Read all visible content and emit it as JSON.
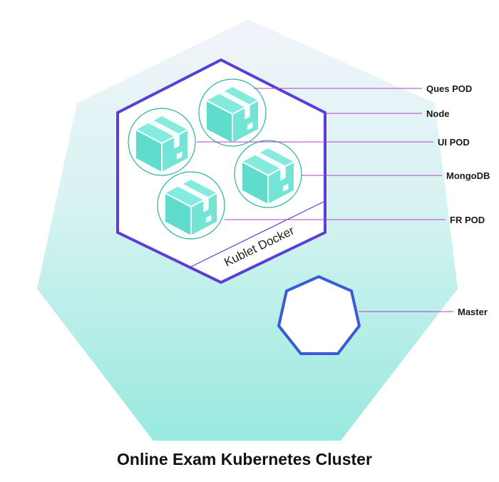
{
  "title": "Online Exam Kubernetes Cluster",
  "node_strip_label": "Kublet Docker",
  "callouts": {
    "ques_pod": "Ques POD",
    "node": "Node",
    "ui_pod": "UI POD",
    "mongodb": "MongoDB",
    "fr_pod": "FR POD",
    "master": "Master"
  },
  "icons": {
    "pod": "box-icon",
    "cluster": "heptagon",
    "master": "heptagon"
  },
  "colors": {
    "cluster_gradient_top": "#f2f4fa",
    "cluster_gradient_bottom": "#98e9df",
    "node_border": "#5a3fd6",
    "master_border": "#3b5bd6",
    "pod_circle": "#2ab39a",
    "box_fill": "#6ee3d4",
    "callout_line": "#b13fc8"
  }
}
